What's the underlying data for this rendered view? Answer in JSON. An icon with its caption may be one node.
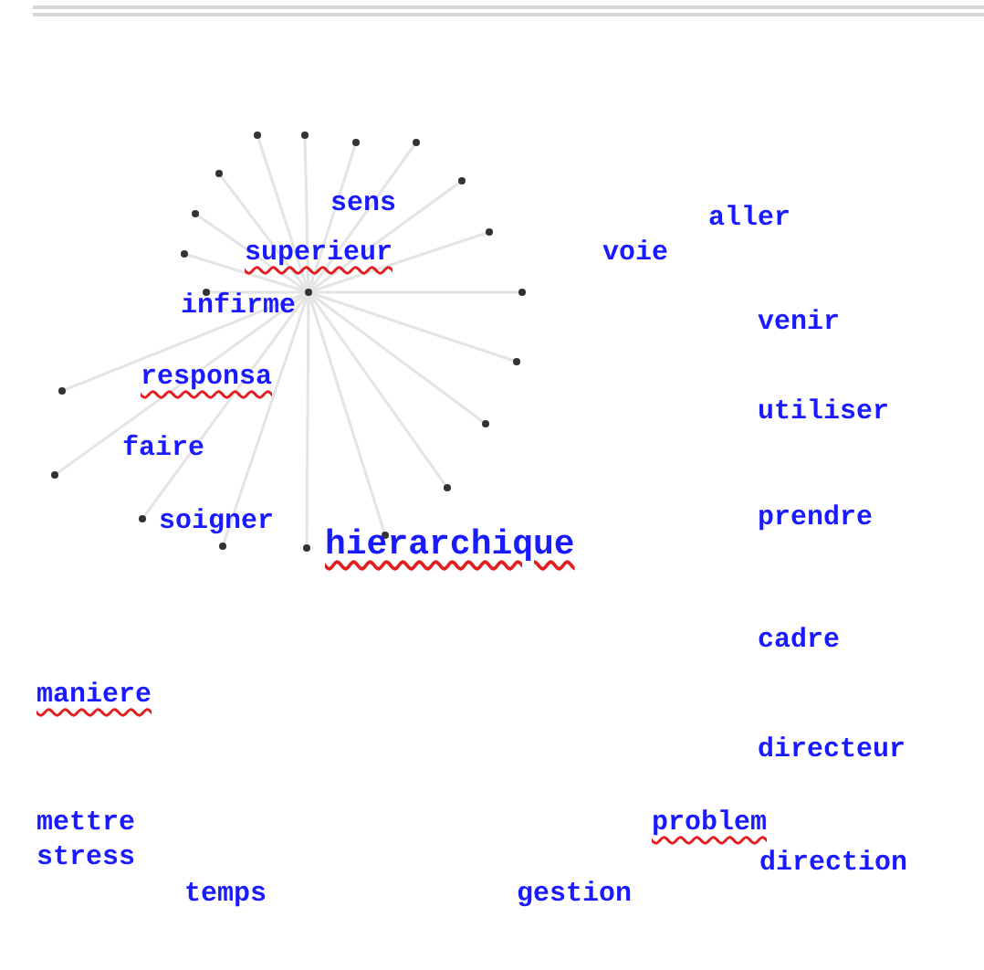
{
  "diagram": {
    "labels": [
      "sens",
      "aller",
      "superieur",
      "voie",
      "infirme",
      "venir",
      "responsa",
      "utiliser",
      "faire",
      "soigner",
      "prendre",
      "hierarchique",
      "cadre",
      "maniere",
      "directeur",
      "mettre",
      "problem",
      "stress",
      "direction",
      "temps",
      "gestion"
    ]
  }
}
